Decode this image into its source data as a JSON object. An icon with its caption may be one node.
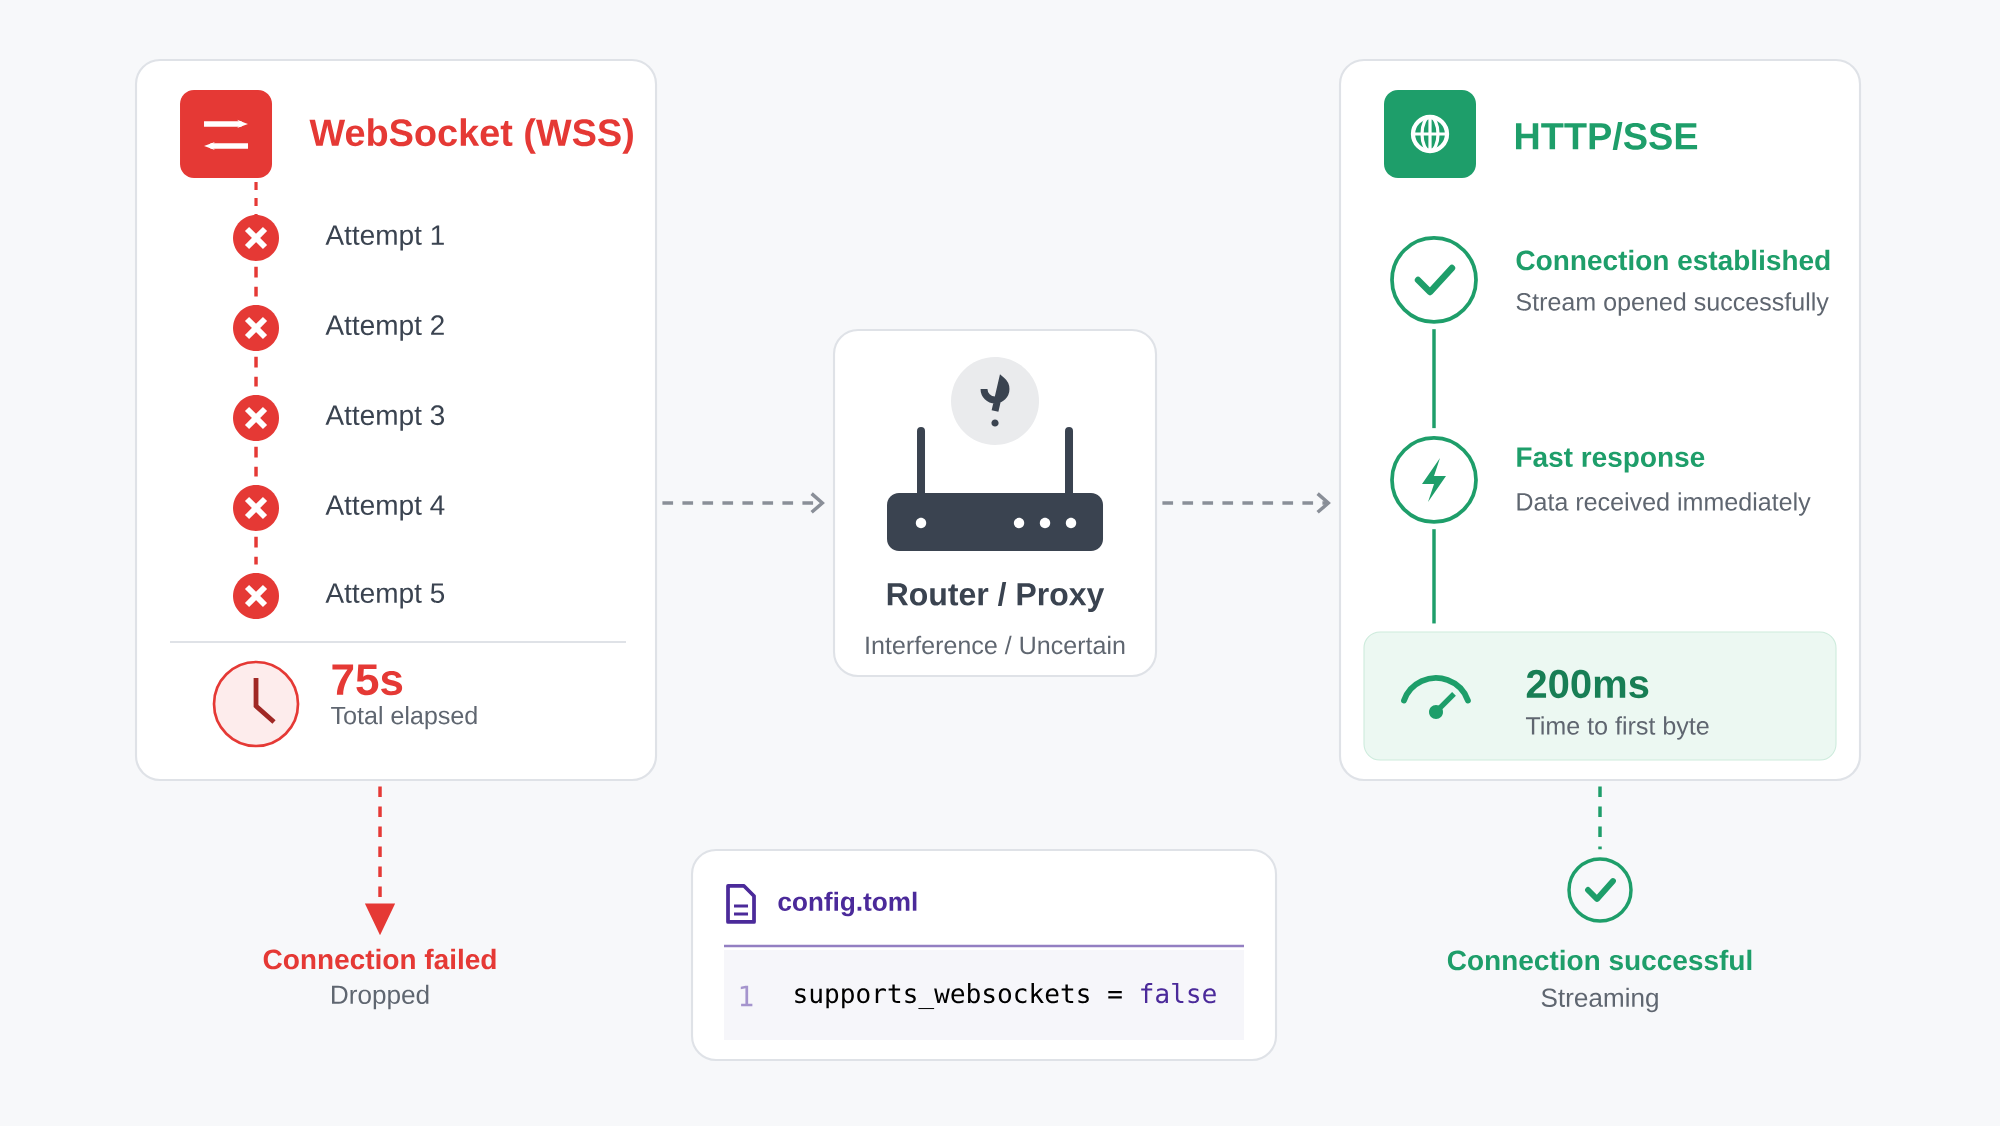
{
  "diagram": {
    "nodes": [
      {
        "text": [
          "WebSocket (WSS)"
        ]
      },
      {
        "text": [
          "Attempt 1"
        ],
        "in": 0
      },
      {
        "text": [
          "Attempt 2"
        ],
        "in": 0
      },
      {
        "text": [
          "Attempt 3"
        ],
        "in": 0
      },
      {
        "text": [
          "Attempt 4"
        ],
        "in": 0
      },
      {
        "text": [
          "Attempt 5"
        ],
        "in": 0
      },
      {
        "text": [
          "75s",
          "Total elapsed"
        ],
        "in": 0
      },
      {
        "text": [
          "Router / Proxy",
          "Interference / Uncertain"
        ]
      },
      {
        "text": [
          "HTTP/SSE"
        ]
      },
      {
        "text": [
          "Connection established",
          "Stream opened successfully"
        ],
        "in": 8
      },
      {
        "text": [
          "Fast response",
          "Data received immediately"
        ],
        "in": 8
      },
      {
        "text": [
          "200ms",
          "Time to first byte"
        ],
        "in": 8
      },
      {
        "text": [
          "Connection failed",
          "Dropped"
        ]
      },
      {
        "text": [
          "Connection successful",
          "Streaming"
        ]
      },
      {
        "text": [
          "config.toml",
          "1",
          "supports_websockets =",
          "false"
        ]
      }
    ],
    "edges": [
      {
        "from": 0,
        "to": 7,
        "arrow": "to",
        "style": "dashed",
        "color": "#8a8f98"
      },
      {
        "from": 7,
        "to": 8,
        "arrow": "to",
        "style": "dashed",
        "color": "#8a8f98"
      },
      {
        "from": 1,
        "to": 2,
        "arrow": "none",
        "style": "dashed",
        "color": "#e53935"
      },
      {
        "from": 2,
        "to": 3,
        "arrow": "none",
        "style": "dashed",
        "color": "#e53935"
      },
      {
        "from": 3,
        "to": 4,
        "arrow": "none",
        "style": "dashed",
        "color": "#e53935"
      },
      {
        "from": 4,
        "to": 5,
        "arrow": "none",
        "style": "dashed",
        "color": "#e53935"
      },
      {
        "from": 0,
        "to": 12,
        "arrow": "to",
        "style": "dashed",
        "color": "#e53935"
      },
      {
        "from": 9,
        "to": 10,
        "arrow": "none",
        "color": "#1e9e6a"
      },
      {
        "from": 10,
        "to": 11,
        "arrow": "none",
        "color": "#1e9e6a"
      },
      {
        "from": 8,
        "to": 13,
        "arrow": "none",
        "style": "dashed",
        "color": "#1e9e6a"
      }
    ]
  }
}
